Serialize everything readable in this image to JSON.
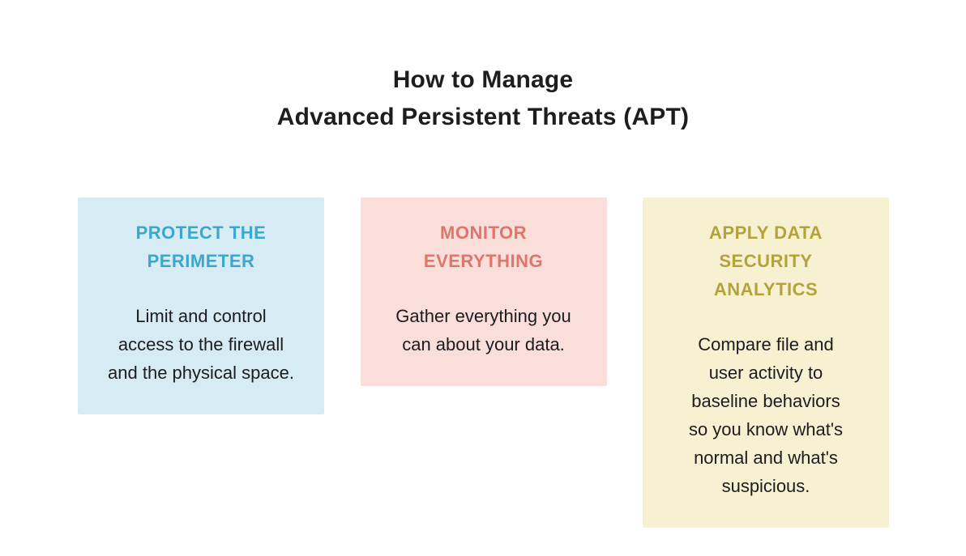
{
  "page": {
    "background_color": "#ffffff"
  },
  "title": {
    "text": "How to Manage\nAdvanced Persistent Threats (APT)",
    "color": "#1d1d1f"
  },
  "cards": [
    {
      "heading": "PROTECT THE\nPERIMETER",
      "body": "Limit and control\naccess to the firewall\nand the physical space.",
      "bg_color": "#d7ebf5",
      "heading_color": "#3ba7cd",
      "body_color": "#1c1c1e"
    },
    {
      "heading": "MONITOR\nEVERYTHING",
      "body": "Gather everything you\ncan about your data.",
      "bg_color": "#f9ded9",
      "heading_color": "#e0756a",
      "body_color": "#1c1c1e"
    },
    {
      "heading": "APPLY DATA\nSECURITY ANALYTICS",
      "body": "Compare file and\nuser activity to\nbaseline behaviors\nso you know what's\nnormal and what's\nsuspicious.",
      "bg_color": "#f7f0d1",
      "heading_color": "#b2a43a",
      "body_color": "#1c1c1e"
    }
  ]
}
